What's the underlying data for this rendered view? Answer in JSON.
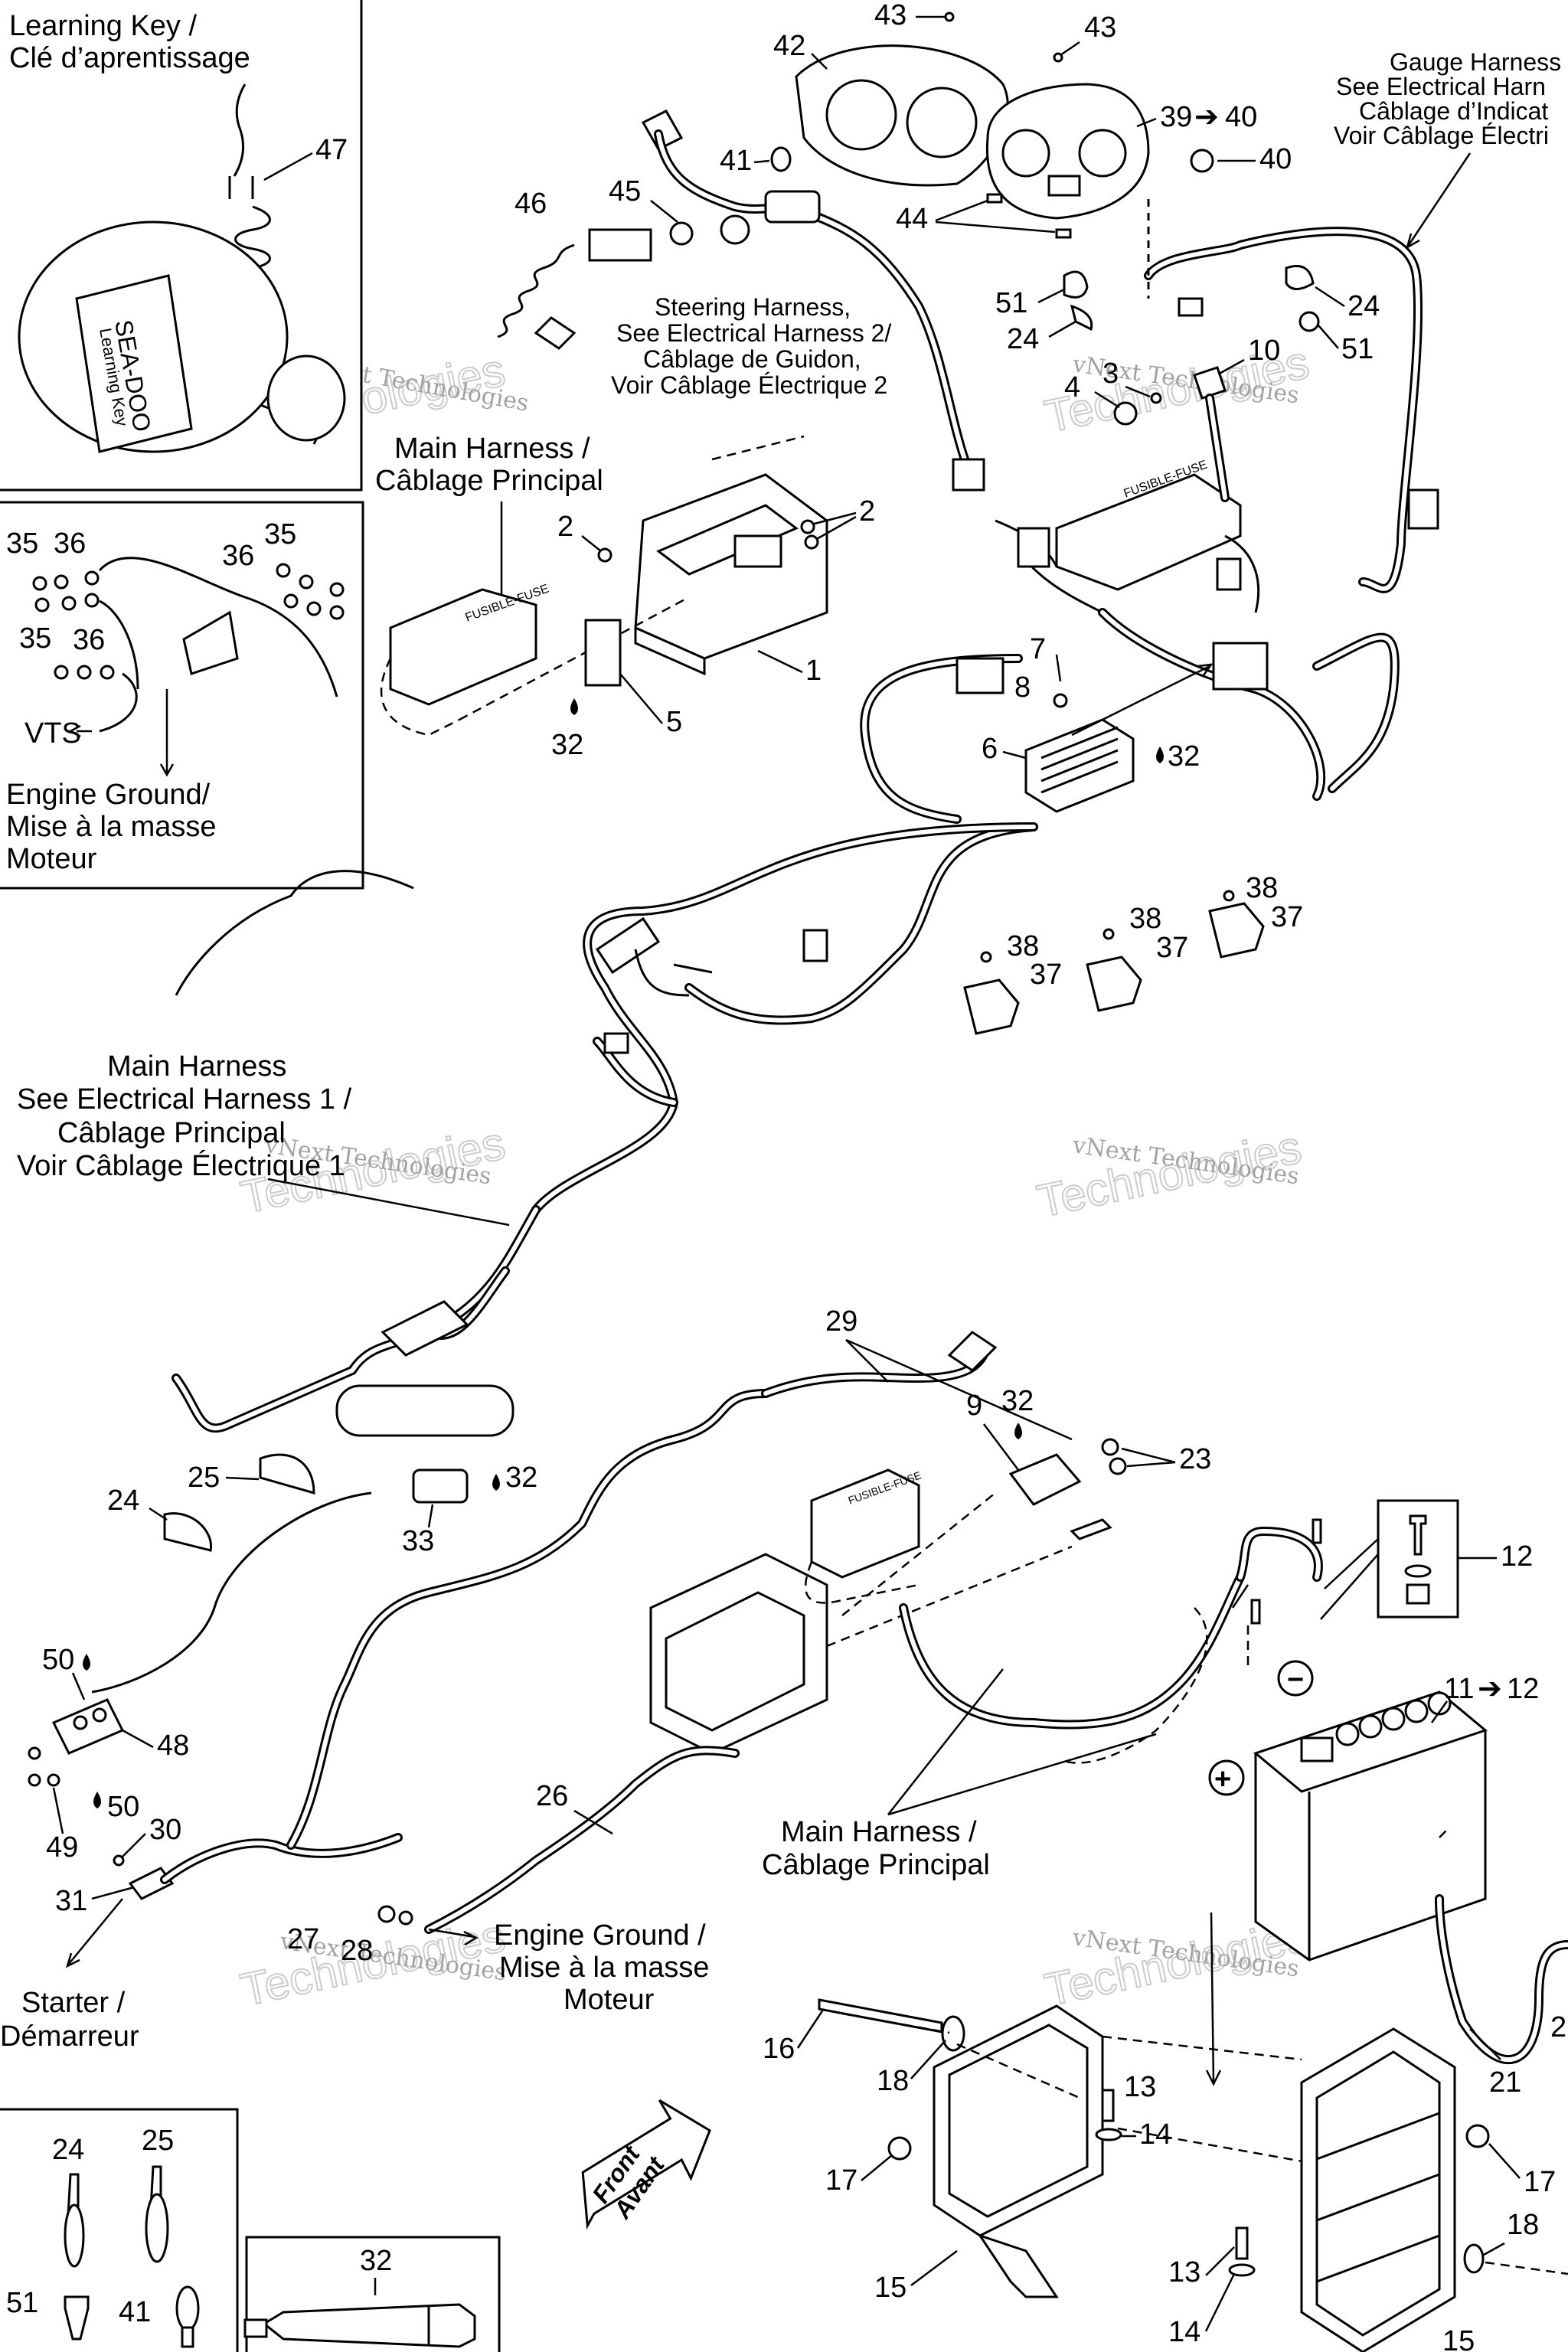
{
  "captions": {
    "learning_key_1": "Learning Key /",
    "learning_key_2": "Clé d’aprentissage",
    "gauge_harness_1": "Gauge Harness",
    "gauge_harness_2": "See Electrical Harn",
    "gauge_harness_3": "Câblage d’Indicat",
    "gauge_harness_4": "Voir Câblage Électri",
    "steering_1": "Steering Harness,",
    "steering_2": "See Electrical Harness 2/",
    "steering_3": "Câblage de Guidon,",
    "steering_4": "Voir Câblage Électrique 2",
    "main_harness_1": "Main Harness /",
    "main_harness_2": "Câblage Principal",
    "vts": "VTS",
    "engine_ground_a1": "Engine Ground/",
    "engine_ground_a2": "Mise à la masse",
    "engine_ground_a3": "Moteur",
    "main_harness_b1": "Main Harness",
    "main_harness_b2": "See Electrical Harness 1 /",
    "main_harness_b3": "Câblage Principal",
    "main_harness_b4": "Voir Câblage Électrique 1",
    "main_harness_c1": "Main Harness /",
    "main_harness_c2": "Câblage Principal",
    "engine_ground_b1": "Engine Ground /",
    "engine_ground_b2": "Mise à la masse",
    "engine_ground_b3": "Moteur",
    "starter_1": "Starter /",
    "starter_2": "Démarreur",
    "front_1": "Front",
    "front_2": "Avant",
    "key_brand": "SEA-DOO",
    "key_text": "Learning Key",
    "fuse_label": "FUSIBLE-FUSE"
  },
  "watermark": {
    "text": "vNext Technologies",
    "big": "Technologies"
  },
  "symbols": {
    "minus": "−",
    "plus": "+",
    "arrow": "➔"
  },
  "callouts": {
    "p1": "1",
    "p2a": "2",
    "p2b": "2",
    "p3": "3",
    "p4": "4",
    "p5": "5",
    "p6": "6",
    "p7": "7",
    "p8": "8",
    "p9": "9",
    "p10": "10",
    "p11": "11",
    "p11to12": "12",
    "p12": "12",
    "p13a": "13",
    "p13b": "13",
    "p14a": "14",
    "p14b": "14",
    "p15a": "15",
    "p15b": "15",
    "p16": "16",
    "p17a": "17",
    "p17b": "17",
    "p18a": "18",
    "p18b": "18",
    "p21": "21",
    "p21b": "2",
    "p23": "23",
    "p24a": "24",
    "p24b": "24",
    "p24c": "24",
    "p24d": "24",
    "p25a": "25",
    "p25b": "25",
    "p26": "26",
    "p27": "27",
    "p28": "28",
    "p29": "29",
    "p30": "30",
    "p31": "31",
    "p32a": "32",
    "p32b": "32",
    "p32c": "32",
    "p32d": "32",
    "p32e": "32",
    "p33": "33",
    "p35a": "35",
    "p35b": "35",
    "p35c": "35",
    "p36a": "36",
    "p36b": "36",
    "p36c": "36",
    "p37a": "37",
    "p37b": "37",
    "p37c": "37",
    "p38a": "38",
    "p38b": "38",
    "p38c": "38",
    "p39": "39",
    "p39to40": "40",
    "p40": "40",
    "p41a": "41",
    "p41b": "41",
    "p42": "42",
    "p43a": "43",
    "p43b": "43",
    "p44": "44",
    "p45": "45",
    "p46": "46",
    "p47": "47",
    "p48": "48",
    "p49": "49",
    "p50a": "50",
    "p50b": "50",
    "p51a": "51",
    "p51b": "51",
    "p51c": "51"
  }
}
